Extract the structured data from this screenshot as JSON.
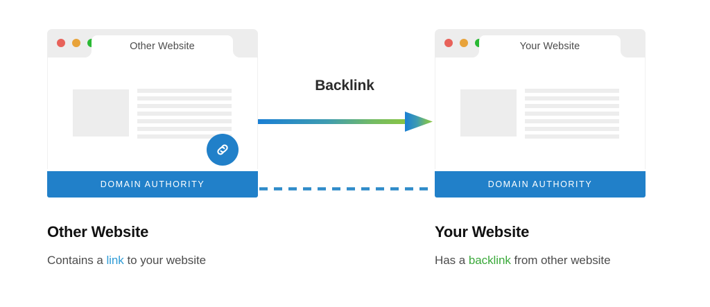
{
  "diagram": {
    "title_text": "Backlink",
    "arrow": {
      "name": "backlink-arrow",
      "start_color": "#1a7fd4",
      "end_color": "#8cc63f",
      "direction": "left-to-right"
    },
    "dashed_connector": {
      "name": "domain-authority-flow",
      "color": "#2e8bc9",
      "style": "dashed"
    }
  },
  "windows": [
    {
      "id": "other-website",
      "tab_label": "Other Website",
      "authority_label": "DOMAIN AUTHORITY",
      "authority_color": "#2180c9",
      "has_link_badge": true,
      "link_badge_color": "#2180c9",
      "content_lines": 7,
      "traffic_lights": [
        {
          "name": "close",
          "color": "#e8625a"
        },
        {
          "name": "minimize",
          "color": "#e8a33a"
        },
        {
          "name": "maximize",
          "color": "#2ab934"
        }
      ]
    },
    {
      "id": "your-website",
      "tab_label": "Your Website",
      "authority_label": "DOMAIN AUTHORITY",
      "authority_color": "#2180c9",
      "has_link_badge": false,
      "content_lines": 7,
      "traffic_lights": [
        {
          "name": "close",
          "color": "#e8625a"
        },
        {
          "name": "minimize",
          "color": "#e8a33a"
        },
        {
          "name": "maximize",
          "color": "#2ab934"
        }
      ]
    }
  ],
  "captions": [
    {
      "id": "other-website",
      "heading": "Other Website",
      "description_prefix": "Contains a ",
      "description_highlight": "link",
      "description_suffix": " to your website",
      "highlight_color": "#2e9bd6"
    },
    {
      "id": "your-website",
      "heading": "Your Website",
      "description_prefix": "Has a ",
      "description_highlight": "backlink",
      "description_suffix": " from other website",
      "highlight_color": "#3aa93a"
    }
  ]
}
